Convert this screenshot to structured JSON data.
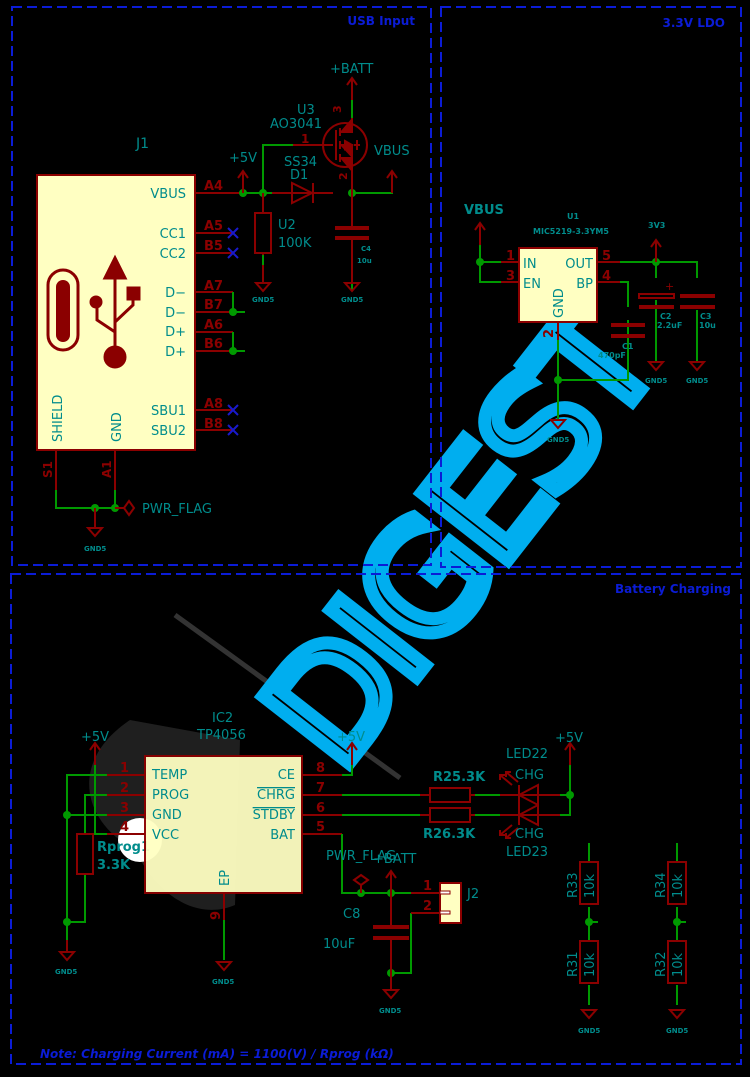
{
  "colors": {
    "background": "#000000",
    "frame": "#0b1cd6",
    "wire": "#009900",
    "component": "#8b0000",
    "body_fill": "#ffffc2",
    "label": "#008c8c",
    "pin_number": "#8b0000",
    "no_connect": "#1a1acc",
    "watermark": "#00aeef"
  },
  "sheets": [
    {
      "id": "usb",
      "title": "USB Input"
    },
    {
      "id": "ldo",
      "title": "3.3V LDO"
    },
    {
      "id": "charging",
      "title": "Battery Charging"
    }
  ],
  "usb": {
    "connector": {
      "ref": "J1",
      "pins_right": [
        {
          "name": "VBUS",
          "num": "A4"
        },
        {
          "name": "CC1",
          "num": "A5"
        },
        {
          "name": "CC2",
          "num": "B5"
        },
        {
          "name": "D−",
          "num": "A7"
        },
        {
          "name": "D−",
          "num": "B7"
        },
        {
          "name": "D+",
          "num": "A6"
        },
        {
          "name": "D+",
          "num": "B6"
        },
        {
          "name": "SBU1",
          "num": "A8"
        },
        {
          "name": "SBU2",
          "num": "B8"
        }
      ],
      "pins_bottom": [
        {
          "name": "SHIELD",
          "num": "S1"
        },
        {
          "name": "GND",
          "num": "A1"
        }
      ]
    },
    "power_5v": "+5V",
    "power_batt": "+BATT",
    "power_vbus": "VBUS",
    "mosfet": {
      "ref": "U3",
      "value": "AO3041",
      "pin_gate": "1",
      "pin_s": "3",
      "pin_d": "2"
    },
    "diode": {
      "ref": "D1",
      "value": "SS34"
    },
    "resistor": {
      "ref": "U2",
      "value": "100K"
    },
    "cap": {
      "ref": "C4",
      "value": "10u"
    },
    "gnd_labels": [
      "GND5",
      "GND5",
      "GND5"
    ],
    "pwr_flag": "PWR_FLAG"
  },
  "ldo": {
    "power_in": "VBUS",
    "power_out": "3V3",
    "ic": {
      "ref": "U1",
      "value": "MIC5219-3.3YM5",
      "pins": [
        {
          "name": "IN",
          "num": "1"
        },
        {
          "name": "EN",
          "num": "3"
        },
        {
          "name": "OUT",
          "num": "5"
        },
        {
          "name": "BP",
          "num": "4"
        },
        {
          "name": "GND",
          "num": "2"
        }
      ]
    },
    "c1": {
      "ref": "C1",
      "value": "470pF"
    },
    "c2": {
      "ref": "C2",
      "value": "2.2uF"
    },
    "c3": {
      "ref": "C3",
      "value": "10u"
    },
    "gnd_labels": [
      "GND5",
      "GND5",
      "GND5"
    ]
  },
  "charging": {
    "ic": {
      "ref": "IC2",
      "value": "TP4056",
      "pins_left": [
        {
          "name": "TEMP",
          "num": "1"
        },
        {
          "name": "PROG",
          "num": "2"
        },
        {
          "name": "GND",
          "num": "3"
        },
        {
          "name": "VCC",
          "num": "4"
        }
      ],
      "pins_right": [
        {
          "name": "CE",
          "num": "8"
        },
        {
          "name": "CHRG",
          "num": "7"
        },
        {
          "name": "STDBY",
          "num": "6"
        },
        {
          "name": "BAT",
          "num": "5"
        }
      ],
      "pin_bottom": {
        "name": "EP",
        "num": "9"
      }
    },
    "power_5v_left": "+5V",
    "power_5v_mid": "+5V",
    "power_5v_right": "+5V",
    "power_batt": "+BATT",
    "rprog": {
      "ref": "Rprog1",
      "value": "3.3K"
    },
    "r_chg": {
      "label": "R25.3K"
    },
    "r_stby": {
      "label": "R26.3K"
    },
    "led_chg": {
      "ref": "LED22",
      "value": "CHG"
    },
    "led_stby": {
      "ref": "LED23",
      "value": "CHG"
    },
    "pwr_flag": "PWR_FLAG",
    "cap": {
      "ref": "C8",
      "value": "10uF"
    },
    "connector": {
      "ref": "J2",
      "pin1": "1",
      "pin2": "2"
    },
    "dividers": [
      {
        "top": {
          "ref": "R33",
          "value": "10k"
        },
        "bottom": {
          "ref": "R31",
          "value": "10k"
        }
      },
      {
        "top": {
          "ref": "R34",
          "value": "10k"
        },
        "bottom": {
          "ref": "R32",
          "value": "10k"
        }
      }
    ],
    "gnd_labels": [
      "GND5",
      "GND5",
      "GND5",
      "GND5",
      "GND5"
    ],
    "note": "Note: Charging Current (mA) = 1100(V) / Rprog (kΩ)"
  },
  "watermark": {
    "text": "DIGEST"
  }
}
